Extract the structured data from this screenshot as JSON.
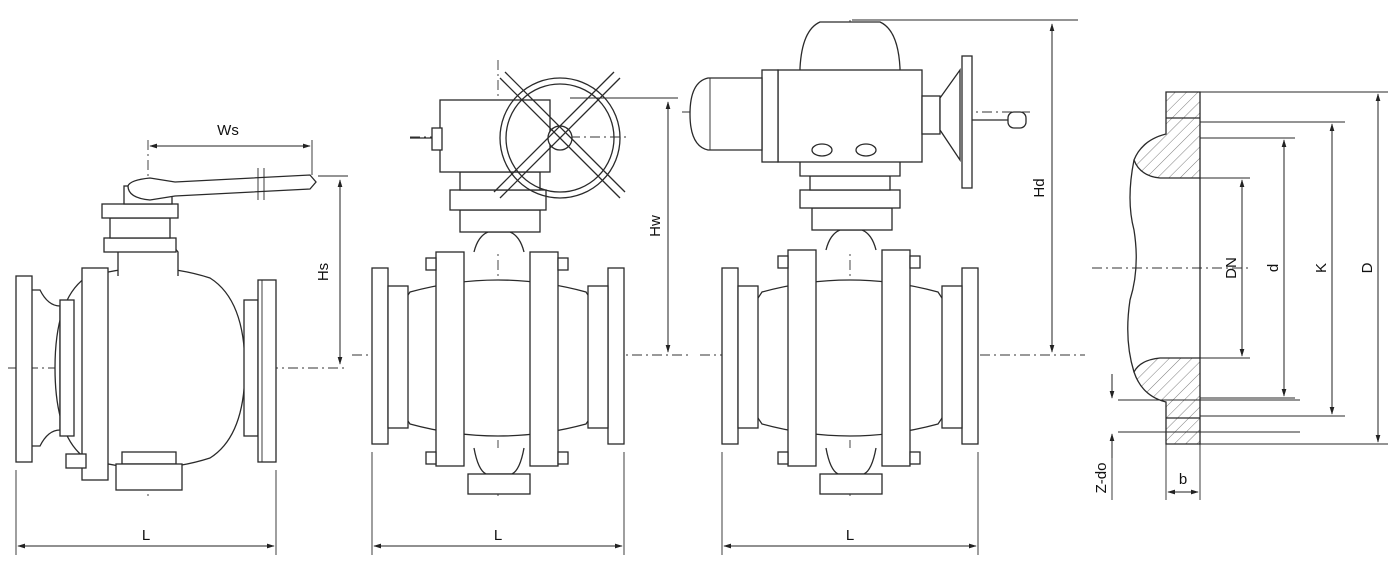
{
  "labels": {
    "ws": "Ws",
    "hs": "Hs",
    "l1": "L",
    "hw": "Hw",
    "l2": "L",
    "hd": "Hd",
    "l3": "L",
    "dn": "DN",
    "d_small": "d",
    "k": "K",
    "d_big": "D",
    "zdo": "Z-do",
    "b": "b"
  },
  "colors": {
    "line": "#2a2a2a",
    "background": "#ffffff"
  }
}
